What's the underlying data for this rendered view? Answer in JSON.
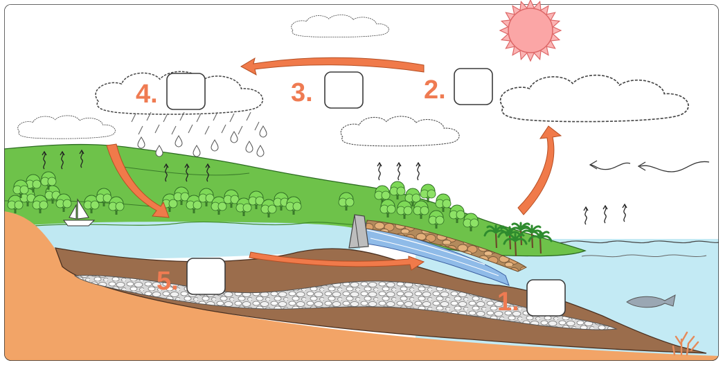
{
  "steps": [
    {
      "label": "1."
    },
    {
      "label": "2."
    },
    {
      "label": "3."
    },
    {
      "label": "4."
    },
    {
      "label": "5."
    }
  ],
  "colors": {
    "arrow": "#f07a4a",
    "label": "#ef7b52",
    "sea": "#bfe8f2",
    "land": "#6cc04a",
    "sand": "#f0a060",
    "soil": "#9c6e4e",
    "sun": "#fba6a6"
  },
  "icons": [
    "sun-icon",
    "cloud-icon",
    "rain-icon",
    "evaporation-icon",
    "wind-icon",
    "tree-icon",
    "palm-icon",
    "sailboat-icon",
    "fish-icon",
    "coral-icon",
    "dam-icon"
  ]
}
